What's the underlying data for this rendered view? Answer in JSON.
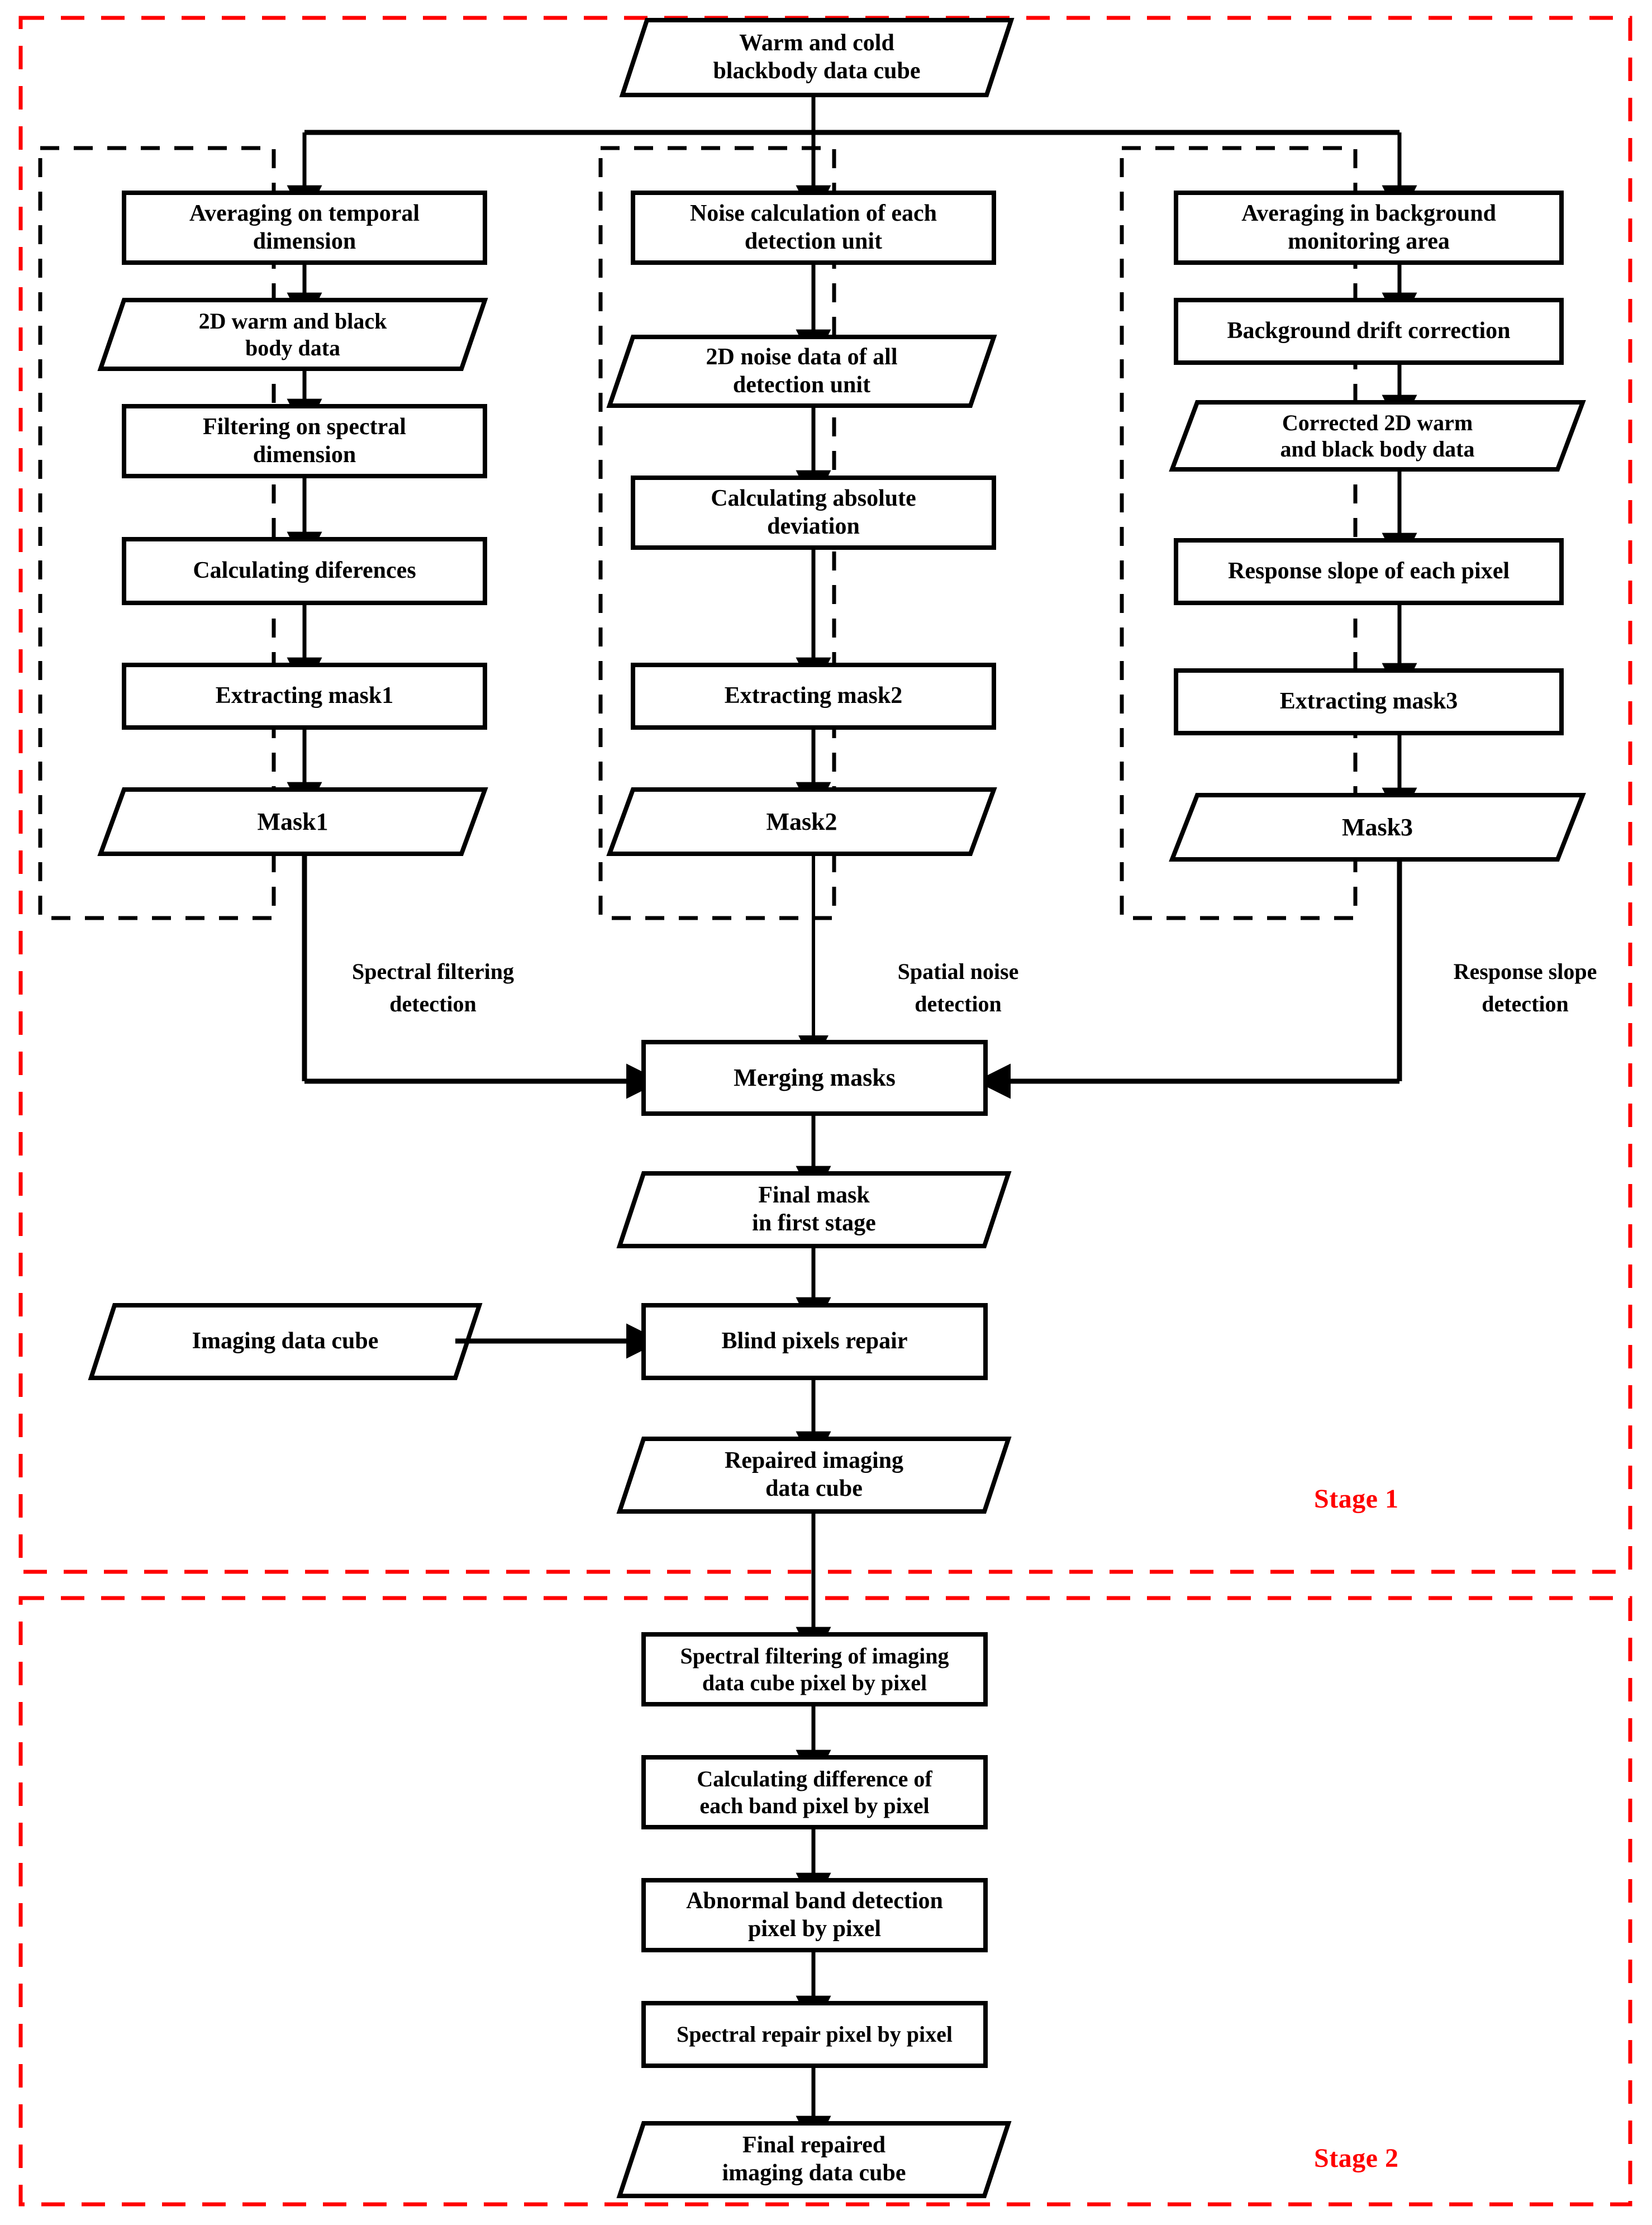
{
  "figure": {
    "type": "flowchart",
    "title": "Two-stage blind pixel detection and repair flowchart",
    "colors": {
      "stage_border": "#ff0000",
      "group_border": "#000000",
      "node_border": "#000000",
      "background": "#ffffff",
      "text": "#000000"
    }
  },
  "stages": [
    {
      "id": "stage1",
      "label": "Stage 1"
    },
    {
      "id": "stage2",
      "label": "Stage 2"
    }
  ],
  "nodes": {
    "input_blackbody": {
      "label": "Warm and cold\nblackbody data cube",
      "shape": "parallelogram"
    },
    "col1_n1": {
      "label": "Averaging on temporal\ndimension",
      "shape": "rect"
    },
    "col1_n2": {
      "label": "2D warm and black\nbody data",
      "shape": "parallelogram"
    },
    "col1_n3": {
      "label": "Filtering on spectral\ndimension",
      "shape": "rect"
    },
    "col1_n4": {
      "label": "Calculating diferences",
      "shape": "rect"
    },
    "col1_n5": {
      "label": "Extracting mask1",
      "shape": "rect"
    },
    "col1_n6": {
      "label": "Mask1",
      "shape": "parallelogram"
    },
    "col2_n1": {
      "label": "Noise calculation of each\ndetection unit",
      "shape": "rect"
    },
    "col2_n2": {
      "label": "2D noise data of all\ndetection unit",
      "shape": "parallelogram"
    },
    "col2_n3": {
      "label": "Calculating absolute\ndeviation",
      "shape": "rect"
    },
    "col2_n4": {
      "label": "Extracting mask2",
      "shape": "rect"
    },
    "col2_n5": {
      "label": "Mask2",
      "shape": "parallelogram"
    },
    "col3_n1": {
      "label": "Averaging in background\nmonitoring area",
      "shape": "rect"
    },
    "col3_n2": {
      "label": "Background drift correction",
      "shape": "rect"
    },
    "col3_n3": {
      "label": "Corrected 2D warm\nand black body data",
      "shape": "parallelogram"
    },
    "col3_n4": {
      "label": "Response slope of each pixel",
      "shape": "rect"
    },
    "col3_n5": {
      "label": "Extracting mask3",
      "shape": "rect"
    },
    "col3_n6": {
      "label": "Mask3",
      "shape": "parallelogram"
    },
    "merge": {
      "label": "Merging masks",
      "shape": "rect"
    },
    "final_mask": {
      "label": "Final mask\nin first stage",
      "shape": "parallelogram"
    },
    "imaging_cube": {
      "label": "Imaging data cube",
      "shape": "parallelogram"
    },
    "blind_repair": {
      "label": "Blind pixels repair",
      "shape": "rect"
    },
    "repaired_cube": {
      "label": "Repaired imaging\ndata cube",
      "shape": "parallelogram"
    },
    "s2_n1": {
      "label": "Spectral filtering of imaging\ndata cube pixel by pixel",
      "shape": "rect"
    },
    "s2_n2": {
      "label": "Calculating difference of\neach band  pixel by pixel",
      "shape": "rect"
    },
    "s2_n3": {
      "label": "Abnormal band detection\npixel by pixel",
      "shape": "rect"
    },
    "s2_n4": {
      "label": "Spectral repair  pixel by pixel",
      "shape": "rect"
    },
    "s2_n5": {
      "label": "Final repaired\nimaging data cube",
      "shape": "parallelogram"
    }
  },
  "branch_labels": [
    {
      "id": "branch1",
      "label": "Spectral filtering\ndetection"
    },
    {
      "id": "branch2",
      "label": "Spatial noise\ndetection"
    },
    {
      "id": "branch3",
      "label": "Response slope\ndetection"
    }
  ]
}
